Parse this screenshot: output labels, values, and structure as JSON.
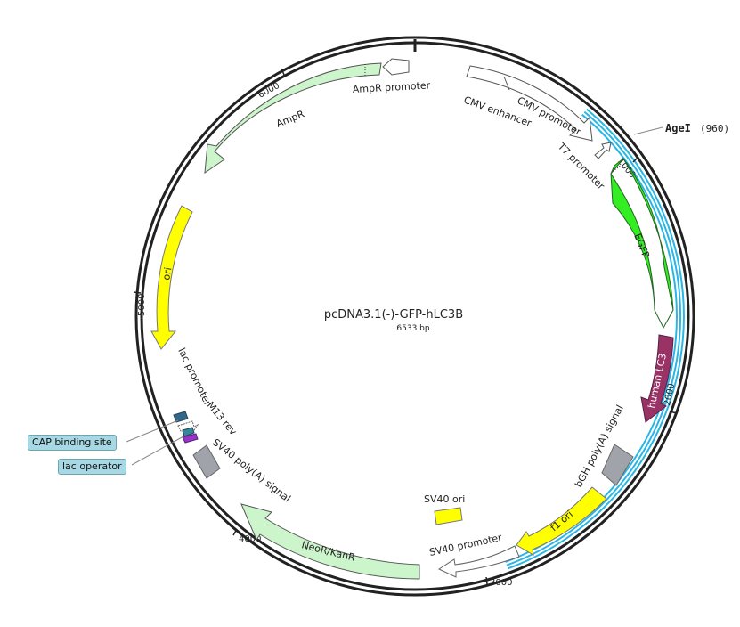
{
  "map": {
    "name": "pcDNA3.1(-)-GFP-hLC3B",
    "length_label": "6533 bp",
    "total_bp": 6533
  },
  "ticks": [
    {
      "bp": 1000,
      "label": "1000"
    },
    {
      "bp": 2000,
      "label": "2000"
    },
    {
      "bp": 3000,
      "label": "3000"
    },
    {
      "bp": 4000,
      "label": "4000"
    },
    {
      "bp": 5000,
      "label": "5000"
    },
    {
      "bp": 6000,
      "label": "6000"
    }
  ],
  "restriction_sites": [
    {
      "name": "AgeI",
      "position": "(960)"
    }
  ],
  "insert_highlight": {
    "color": "#29b6e6"
  },
  "features": [
    {
      "label": "AmpR promoter",
      "color": "#ffffff"
    },
    {
      "label": "AmpR",
      "color": "#ccf5cc"
    },
    {
      "label": "CMV enhancer",
      "color": "#ffffff"
    },
    {
      "label": "CMV promoter",
      "color": "#ffffff"
    },
    {
      "label": "T7 promoter",
      "color": "#ffffff"
    },
    {
      "label": "EGFP",
      "color": "#33ee22"
    },
    {
      "label": "human LC3",
      "color": "#993366"
    },
    {
      "label": "bGH poly(A) signal",
      "color": "#a0a4aa"
    },
    {
      "label": "f1 ori",
      "color": "#ffff00"
    },
    {
      "label": "SV40 promoter",
      "color": "#ffffff"
    },
    {
      "label": "SV40 ori",
      "color": "#ffff00"
    },
    {
      "label": "NeoR/KanR",
      "color": "#ccf5cc"
    },
    {
      "label": "SV40 poly(A) signal",
      "color": "#a0a4aa"
    },
    {
      "label": "M13 rev",
      "color": "#ffffff"
    },
    {
      "label": "lac promoter",
      "color": "#ffffff"
    },
    {
      "label": "ori",
      "color": "#ffff00"
    }
  ],
  "callouts": [
    {
      "label": "CAP binding site",
      "color": "#336688"
    },
    {
      "label": "lac operator",
      "color": "#9933cc"
    }
  ]
}
